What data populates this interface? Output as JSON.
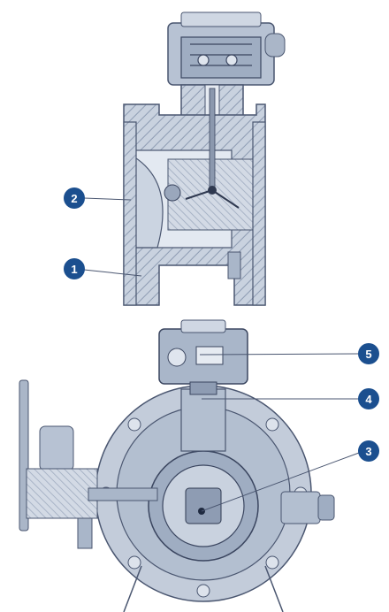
{
  "diagram": {
    "colors": {
      "background": "#ffffff",
      "housing_light": "#c6cfdd",
      "housing_mid": "#a9b6c9",
      "housing_dark": "#7c8ca4",
      "line": "#4a5670",
      "marker": "#1b4f8f",
      "marker_text": "#ffffff"
    },
    "callouts": [
      {
        "id": "1",
        "text": "1",
        "view": "side-section"
      },
      {
        "id": "2",
        "text": "2",
        "view": "side-section"
      },
      {
        "id": "3",
        "text": "3",
        "view": "front-view"
      },
      {
        "id": "4",
        "text": "4",
        "view": "front-view"
      },
      {
        "id": "5",
        "text": "5",
        "view": "front-view"
      }
    ]
  }
}
